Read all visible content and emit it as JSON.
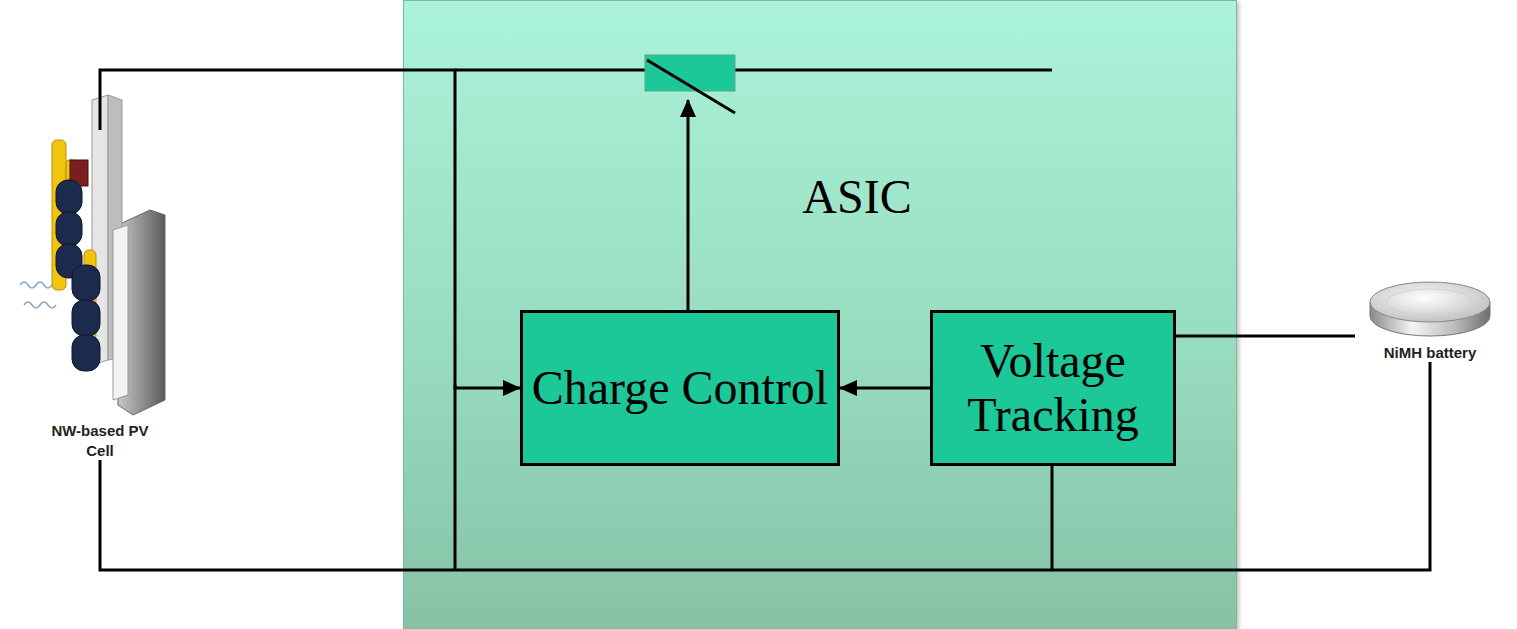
{
  "diagram": {
    "nodes": [
      {
        "text": [
          "NW-based PV Cell"
        ]
      },
      {
        "text": [
          "ASIC"
        ]
      },
      {
        "text": [
          "Charge Control"
        ],
        "in": 1
      },
      {
        "text": [
          "Voltage Tracking"
        ],
        "in": 1
      },
      {
        "text": [
          "NiMH battery"
        ]
      }
    ],
    "edges": [
      {
        "from": 0,
        "to": 2,
        "arrow": "to"
      },
      {
        "from": 3,
        "to": 2,
        "arrow": "to"
      },
      {
        "from": 4,
        "to": 3,
        "arrow": "none"
      }
    ]
  }
}
